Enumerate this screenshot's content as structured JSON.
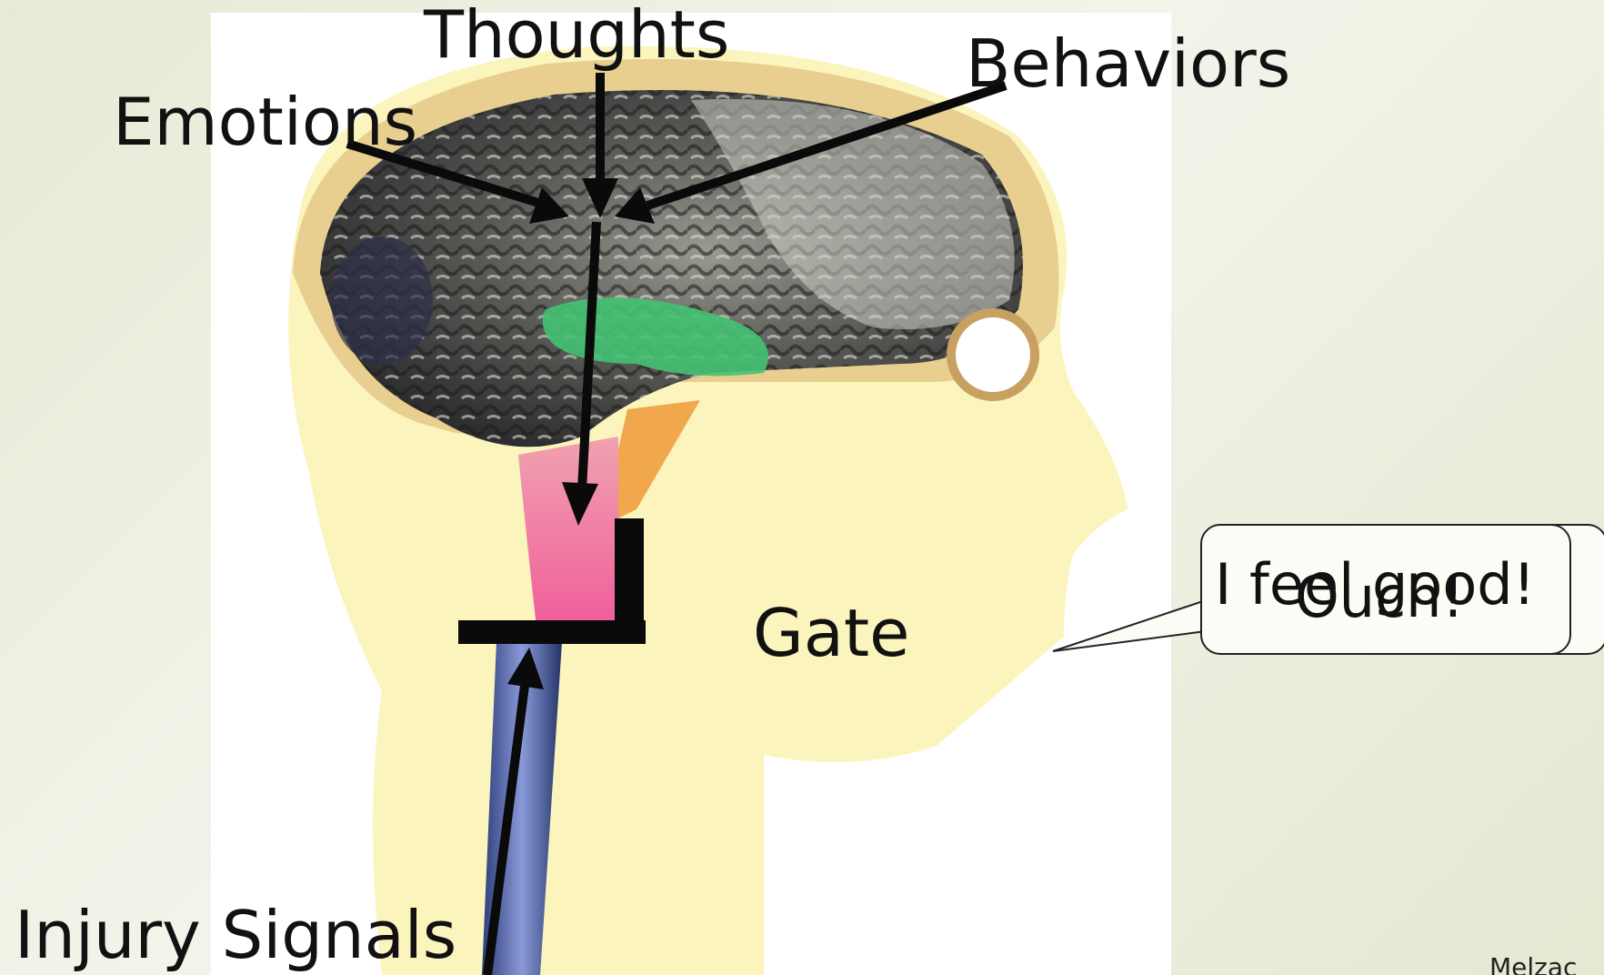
{
  "diagram": {
    "labels": {
      "thoughts": "Thoughts",
      "behaviors": "Behaviors",
      "emotions": "Emotions",
      "gate": "Gate",
      "injury": "Injury Signals"
    },
    "speech": {
      "back": "Ouch!",
      "front": "I feel good!"
    },
    "credit": "Melzac"
  },
  "colors": {
    "background": "#e9eddc",
    "brain": "#4a4a48",
    "limbic": "#3fbf6a",
    "head": "#fbf3b4",
    "spinal_pink": "#f06c9b",
    "spinal_blue": "#5a6fb0",
    "arrow": "#111111"
  },
  "icons": {
    "brain": "brain-illustration",
    "head": "head-silhouette"
  }
}
